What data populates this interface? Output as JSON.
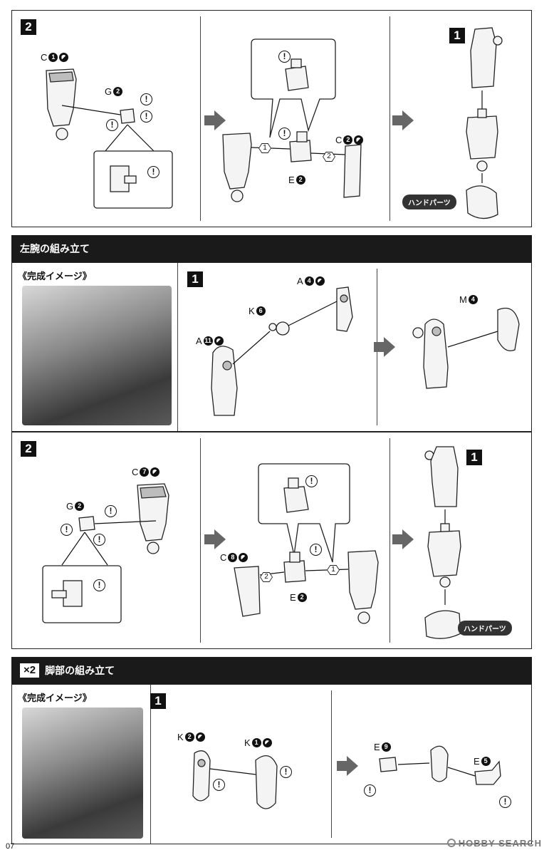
{
  "right_arm": {
    "step_no": "2",
    "labels": {
      "c1": {
        "letter": "C",
        "num": "1"
      },
      "g2": {
        "letter": "G",
        "num": "2"
      },
      "c2": {
        "letter": "C",
        "num": "2"
      },
      "e2": {
        "letter": "E",
        "num": "2"
      }
    },
    "seq1": "1",
    "seq2": "2",
    "final_step_ref": "1",
    "hand_parts": "ハンドパーツ"
  },
  "left_arm": {
    "title": "左腕の組み立て",
    "preview_label": "《完成イメージ》",
    "step1": {
      "step_no": "1",
      "labels": {
        "a4": {
          "letter": "A",
          "num": "4"
        },
        "k6": {
          "letter": "K",
          "num": "6"
        },
        "a11": {
          "letter": "A",
          "num": "11"
        },
        "m4": {
          "letter": "M",
          "num": "4"
        }
      }
    },
    "step2": {
      "step_no": "2",
      "labels": {
        "c7": {
          "letter": "C",
          "num": "7"
        },
        "g2": {
          "letter": "G",
          "num": "2"
        },
        "c8": {
          "letter": "C",
          "num": "8"
        },
        "e2": {
          "letter": "E",
          "num": "2"
        }
      },
      "seq1": "1",
      "seq2": "2",
      "final_step_ref": "1",
      "hand_parts": "ハンドパーツ"
    }
  },
  "legs": {
    "multiplier": "×2",
    "title": "脚部の組み立て",
    "preview_label": "《完成イメージ》",
    "step1": {
      "step_no": "1",
      "labels": {
        "k2": {
          "letter": "K",
          "num": "2"
        },
        "k1": {
          "letter": "K",
          "num": "1"
        },
        "e9": {
          "letter": "E",
          "num": "9"
        },
        "e5": {
          "letter": "E",
          "num": "5"
        }
      }
    }
  },
  "warn_glyph": "!",
  "page_number": "07",
  "watermark": "HOBBY SEARCH"
}
